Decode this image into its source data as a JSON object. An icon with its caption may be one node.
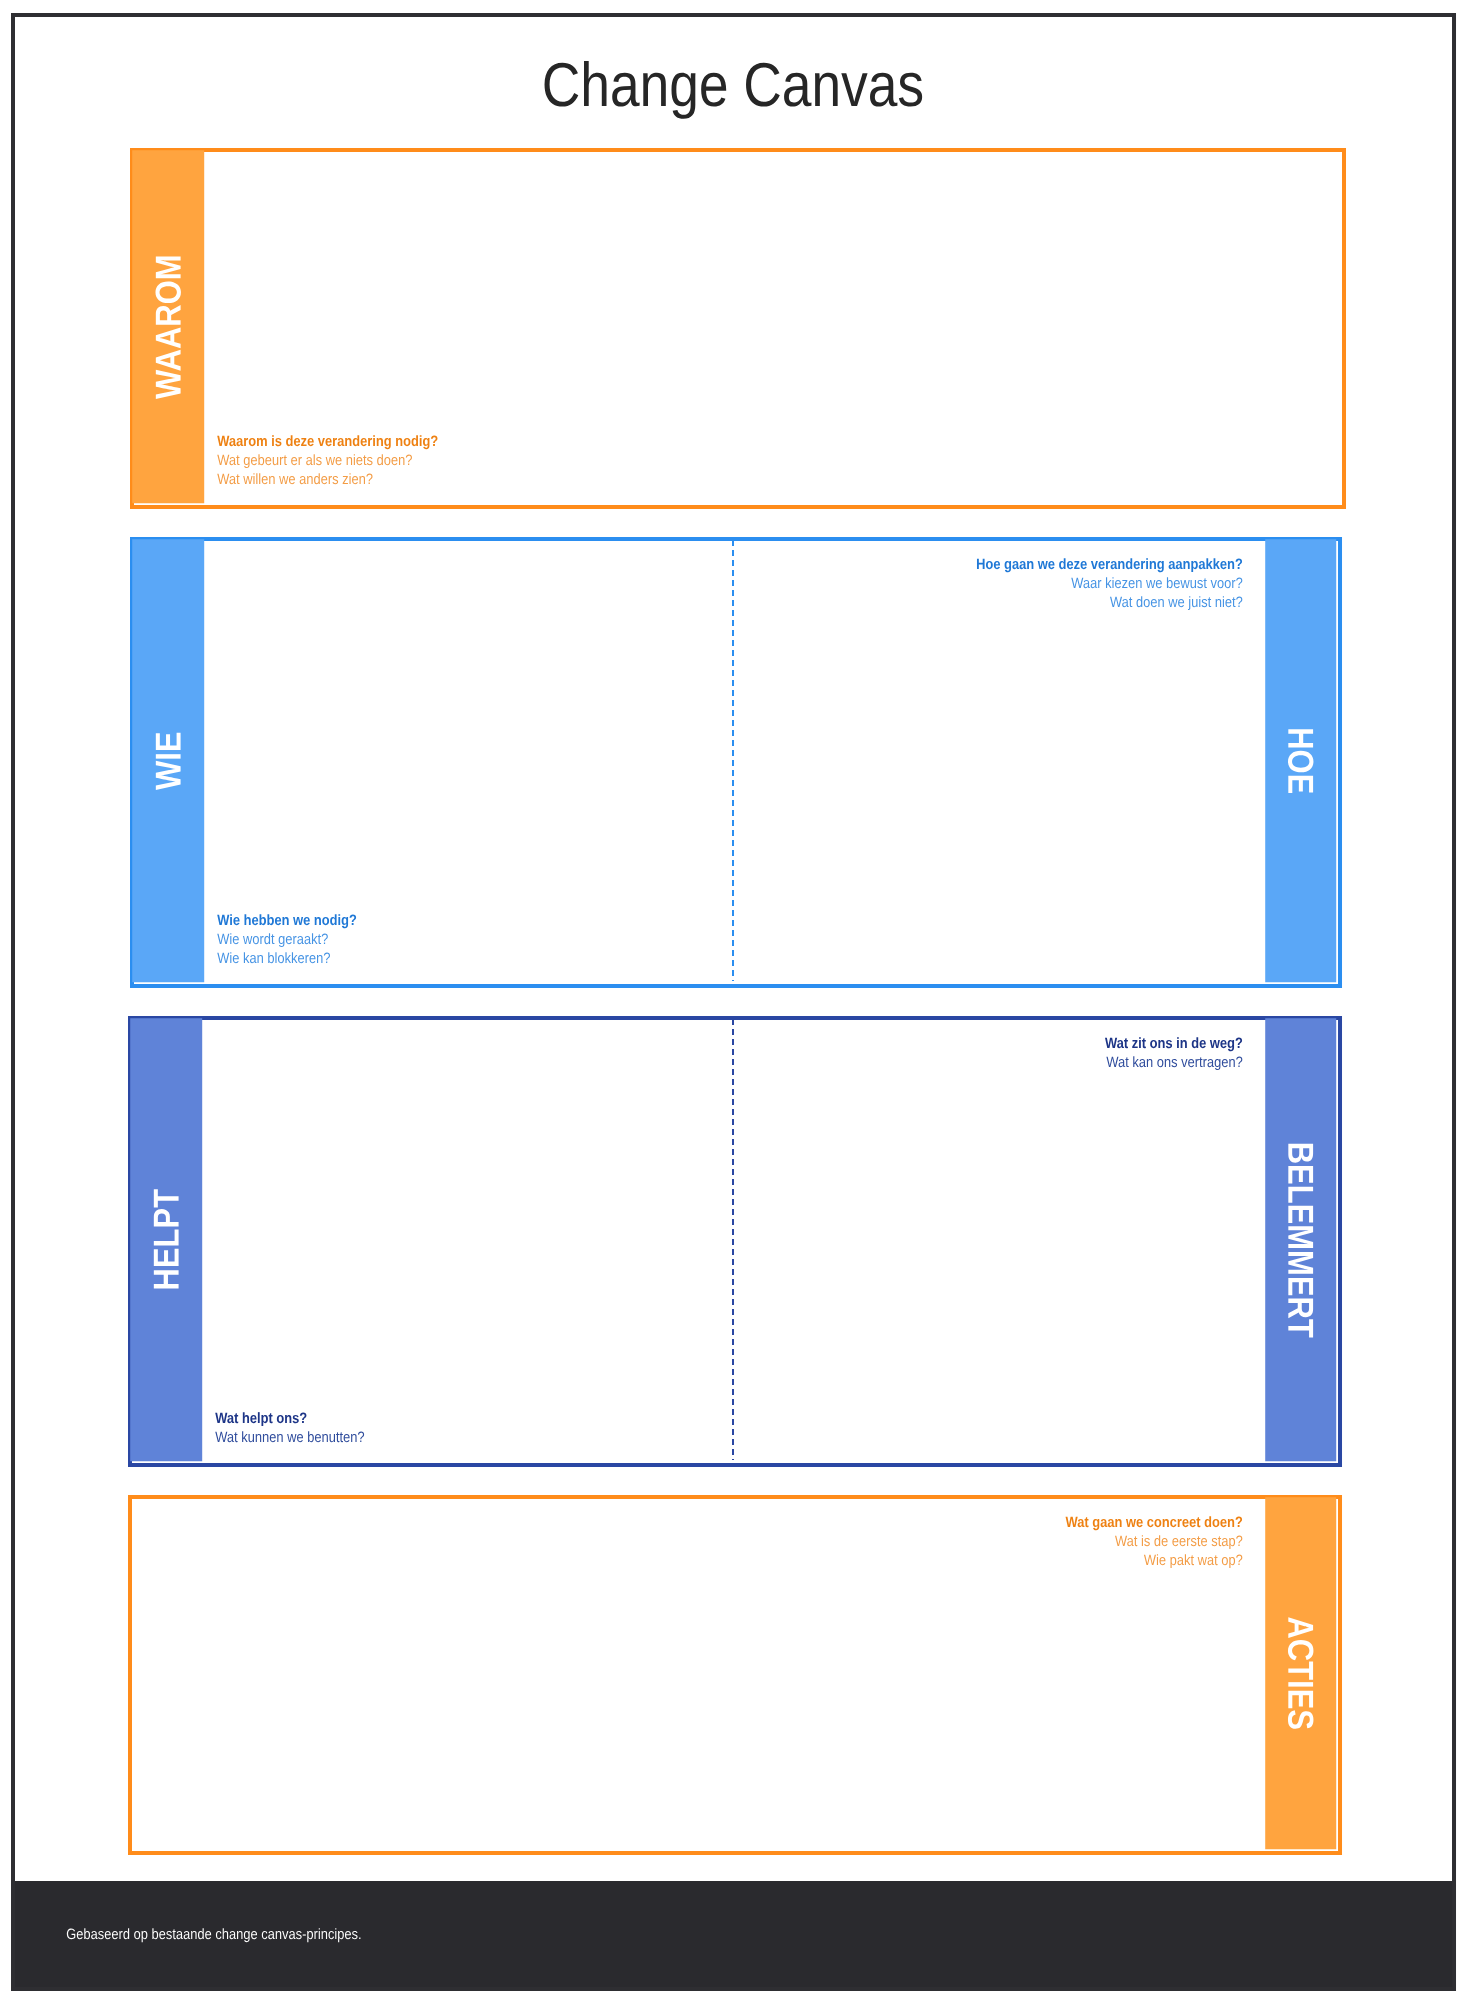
{
  "diagram": {
    "title": "Change Canvas",
    "nodes": [
      {
        "text": [
          "Waarom is deze verandering nodig?",
          "Wat gebeurt er als we niets doen?",
          "Wat willen we anders zien?"
        ]
      },
      {
        "text": [
          "WAAROM"
        ],
        "in": 0
      },
      {
        "text": [],
        "shape": "box"
      },
      {
        "text": [
          "Wie hebben we nodig?",
          "Wie wordt geraakt?",
          "Wie kan blokkeren?"
        ],
        "in": 2
      },
      {
        "text": [
          "WIE"
        ],
        "in": 2
      },
      {
        "text": [
          "Hoe gaan we deze verandering aanpakken?",
          "Waar kiezen we bewust voor?",
          "Wat doen we juist niet?"
        ],
        "in": 2
      },
      {
        "text": [
          "HOE"
        ],
        "in": 2
      },
      {
        "text": [],
        "shape": "box"
      },
      {
        "text": [
          "Wat helpt ons?",
          "Wat kunnen we benutten?"
        ],
        "in": 7
      },
      {
        "text": [
          "HELPT"
        ],
        "in": 7
      },
      {
        "text": [
          "Wat zit ons in de weg?",
          "Wat kan ons vertragen?"
        ],
        "in": 7
      },
      {
        "text": [
          "BELEMMERT"
        ],
        "in": 7
      },
      {
        "text": [
          "Wat gaan we concreet doen?",
          "Wat is de eerste stap?",
          "Wie pakt wat op?"
        ]
      },
      {
        "text": [
          "ACTIES"
        ],
        "in": 12
      }
    ],
    "labels": [
      "Gebaseerd op bestaande change canvas-principes."
    ]
  }
}
